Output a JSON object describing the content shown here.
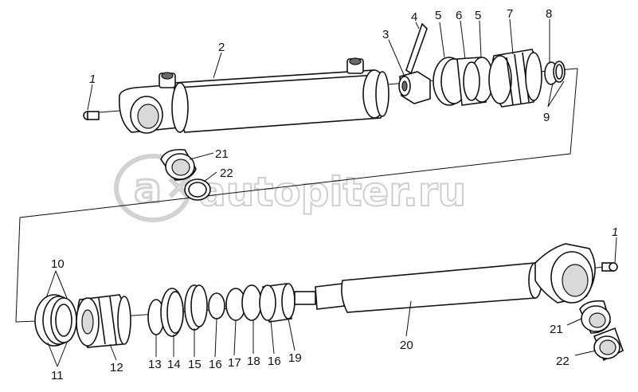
{
  "watermark": {
    "text": "autopiter.ru"
  },
  "callouts": {
    "c1_top": "1",
    "c2": "2",
    "c3": "3",
    "c4": "4",
    "c5a": "5",
    "c6": "6",
    "c5b": "5",
    "c7": "7",
    "c8": "8",
    "c9": "9",
    "c21_top": "21",
    "c22_top": "22",
    "c1_bottom": "1",
    "c10": "10",
    "c11": "11",
    "c12": "12",
    "c13": "13",
    "c14": "14",
    "c15": "15",
    "c16a": "16",
    "c17": "17",
    "c18": "18",
    "c16b": "16",
    "c19": "19",
    "c20": "20",
    "c21_bottom": "21",
    "c22_bottom": "22"
  }
}
